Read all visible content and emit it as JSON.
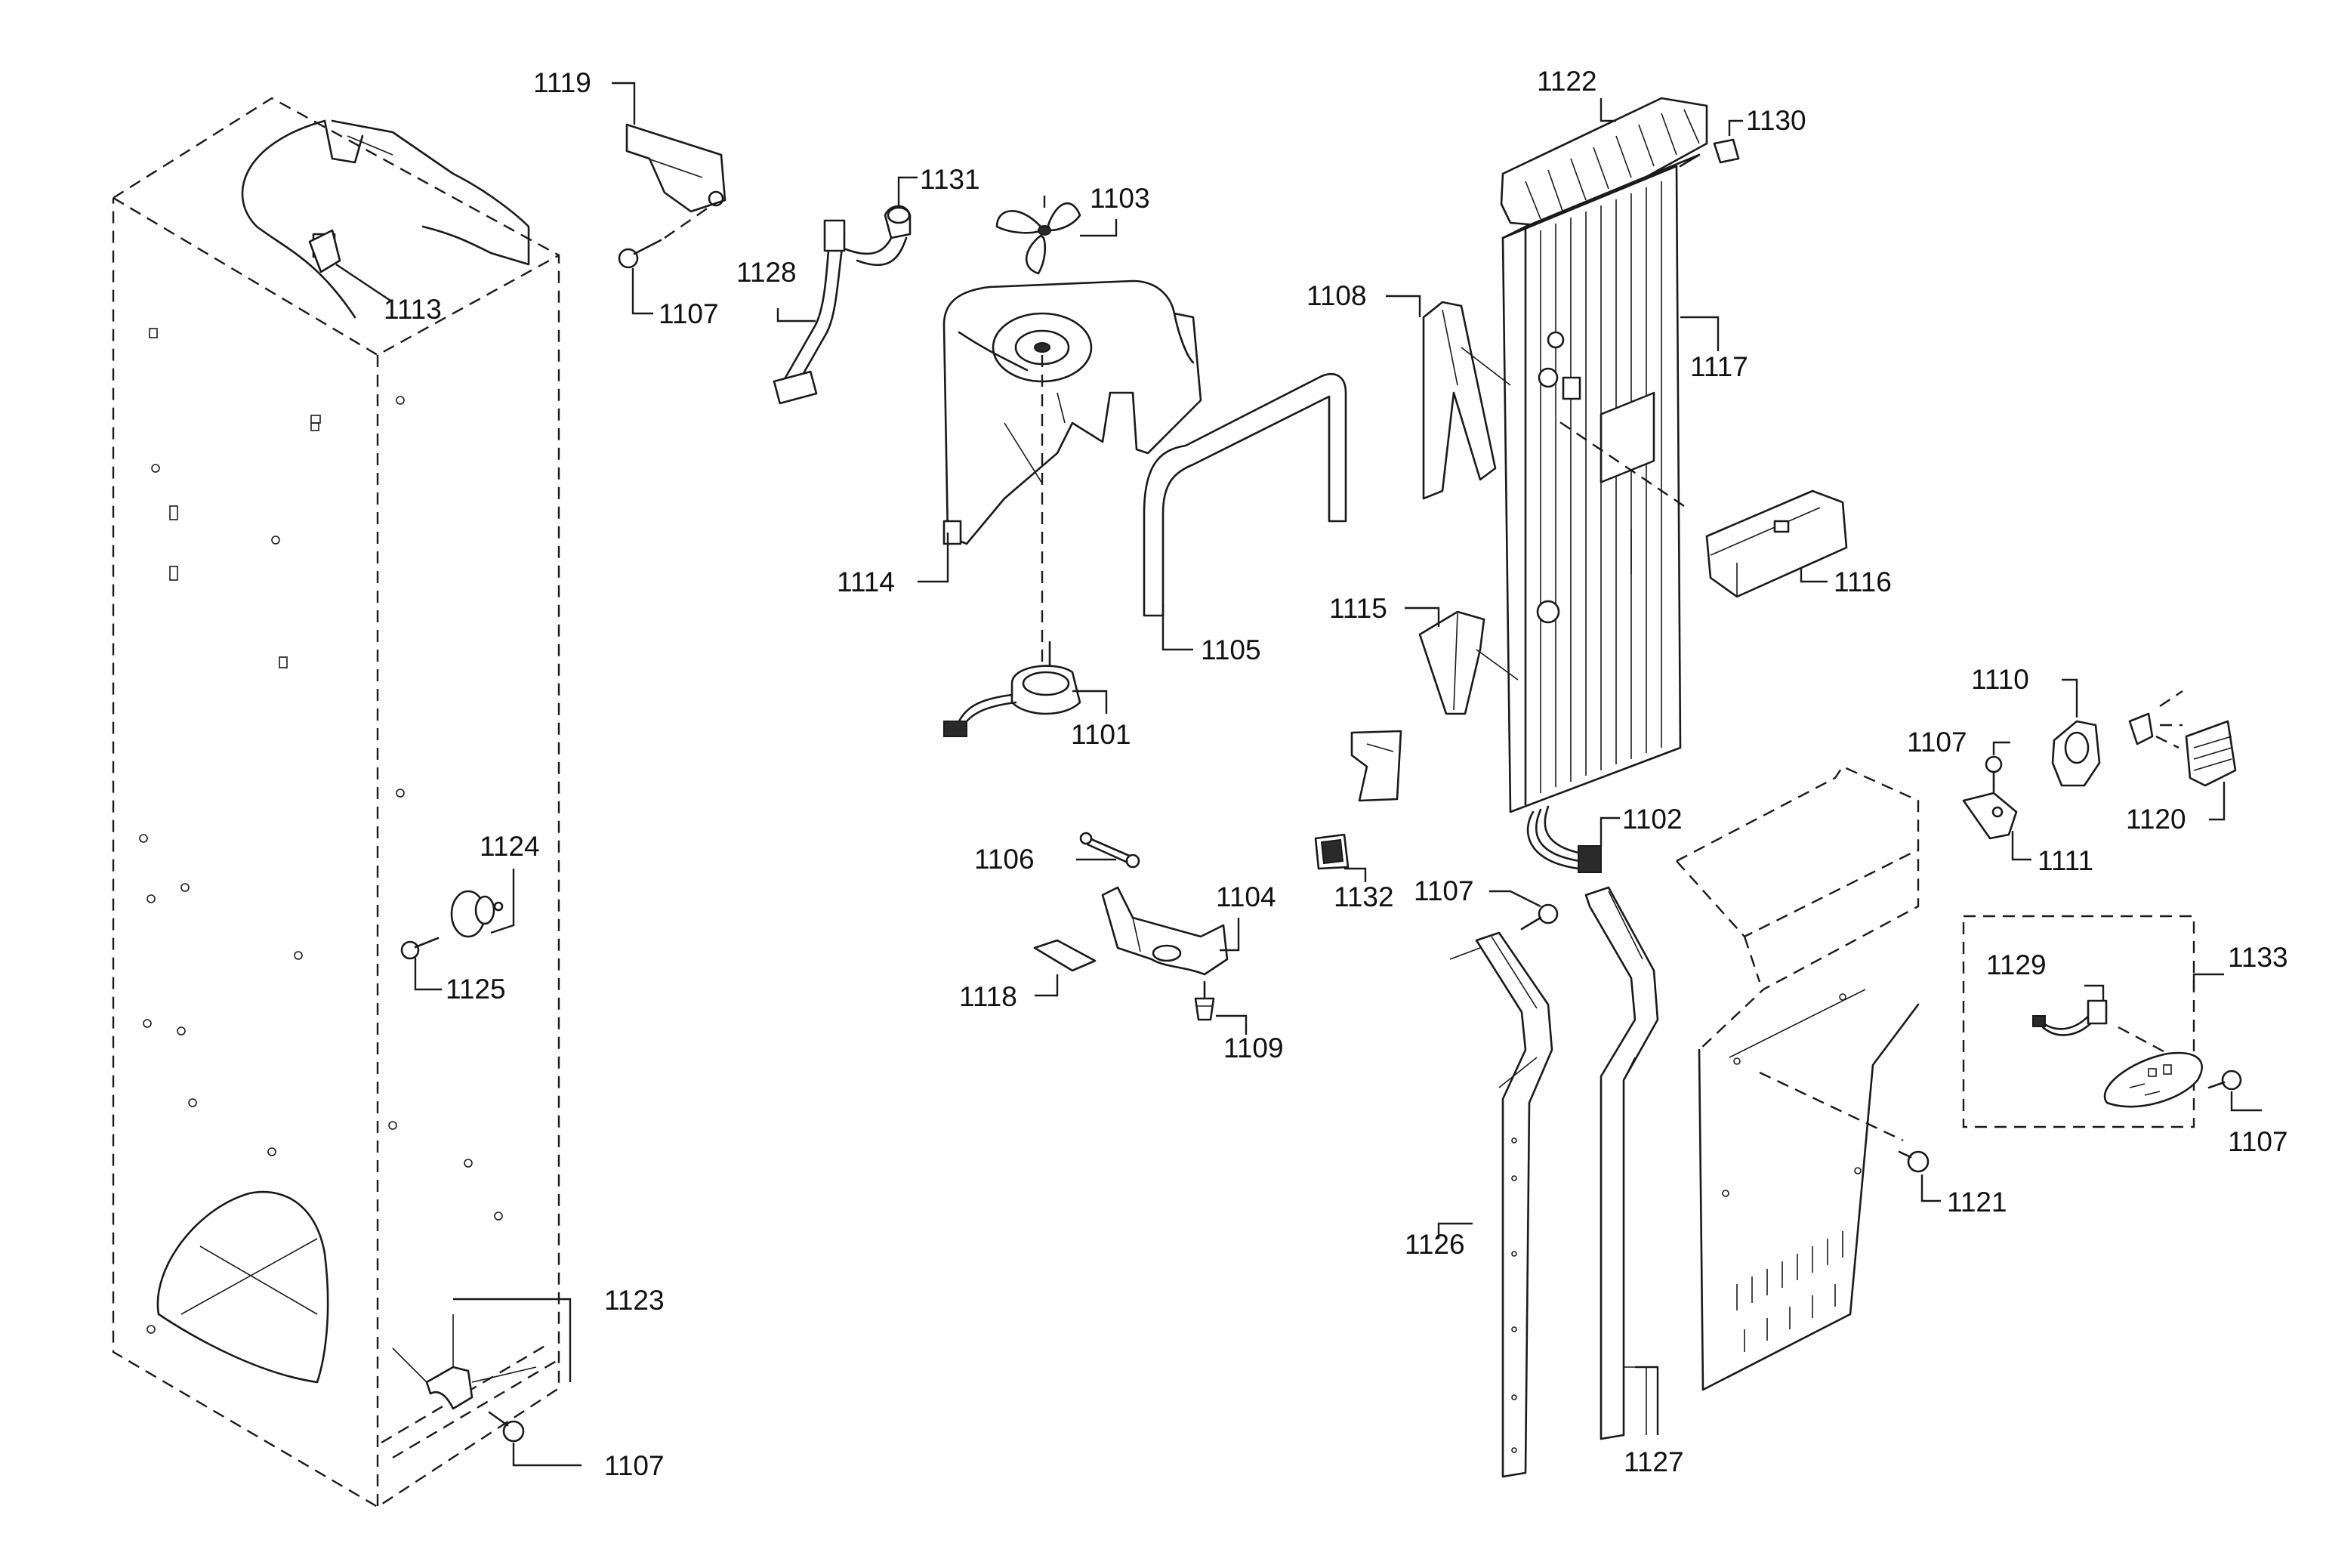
{
  "labels": {
    "p1101": "1101",
    "p1102": "1102",
    "p1103": "1103",
    "p1104": "1104",
    "p1105": "1105",
    "p1106": "1106",
    "p1107_a": "1107",
    "p1107_b": "1107",
    "p1107_c": "1107",
    "p1107_d": "1107",
    "p1107_e": "1107",
    "p1108": "1108",
    "p1109": "1109",
    "p1110": "1110",
    "p1111": "1111",
    "p1113": "1113",
    "p1114": "1114",
    "p1115": "1115",
    "p1116": "1116",
    "p1117": "1117",
    "p1118": "1118",
    "p1119": "1119",
    "p1120": "1120",
    "p1121": "1121",
    "p1122": "1122",
    "p1123": "1123",
    "p1124": "1124",
    "p1125": "1125",
    "p1126": "1126",
    "p1127": "1127",
    "p1128": "1128",
    "p1129": "1129",
    "p1130": "1130",
    "p1131": "1131",
    "p1132": "1132",
    "p1133": "1133"
  }
}
